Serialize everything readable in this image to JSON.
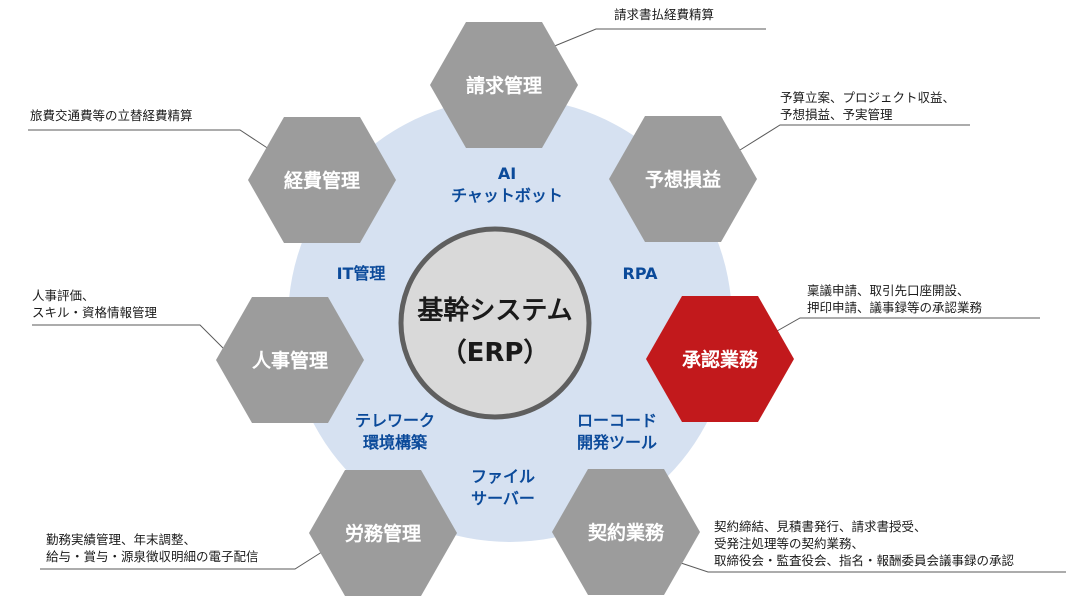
{
  "colors": {
    "hex_gray": "#9c9c9c",
    "hex_highlight": "#c2191c",
    "ring_fill": "#d6e1f1",
    "center_fill": "#d9d9d9",
    "center_border": "#5f5f5f",
    "sub_text": "#0b4a9a"
  },
  "center": {
    "line1": "基幹システム",
    "line2": "（ERP）"
  },
  "hexagons": {
    "seikyu": "請求管理",
    "keihi": "経費管理",
    "yoso": "予想損益",
    "jinji": "人事管理",
    "shonin": "承認業務",
    "romu": "労務管理",
    "keiyaku": "契約業務"
  },
  "ring_labels": {
    "ai_1": "AI",
    "ai_2": "チャットボット",
    "it": "IT管理",
    "rpa": "RPA",
    "telework_1": "テレワーク",
    "telework_2": "環境構築",
    "lowcode_1": "ローコード",
    "lowcode_2": "開発ツール",
    "file_1": "ファイル",
    "file_2": "サーバー"
  },
  "annotations": {
    "seikyu": [
      "請求書払経費精算"
    ],
    "yoso": [
      "予算立案、プロジェクト収益、",
      "予想損益、予実管理"
    ],
    "keihi": [
      "旅費交通費等の立替経費精算"
    ],
    "shonin": [
      "稟議申請、取引先口座開設、",
      "押印申請、議事録等の承認業務"
    ],
    "jinji": [
      "人事評価、",
      "スキル・資格情報管理"
    ],
    "romu": [
      "勤務実績管理、年末調整、",
      "給与・賞与・源泉徴収明細の電子配信"
    ],
    "keiyaku": [
      "契約締結、見積書発行、請求書授受、",
      "受発注処理等の契約業務、",
      "取締役会・監査役会、指名・報酬委員会議事録の承認"
    ]
  }
}
